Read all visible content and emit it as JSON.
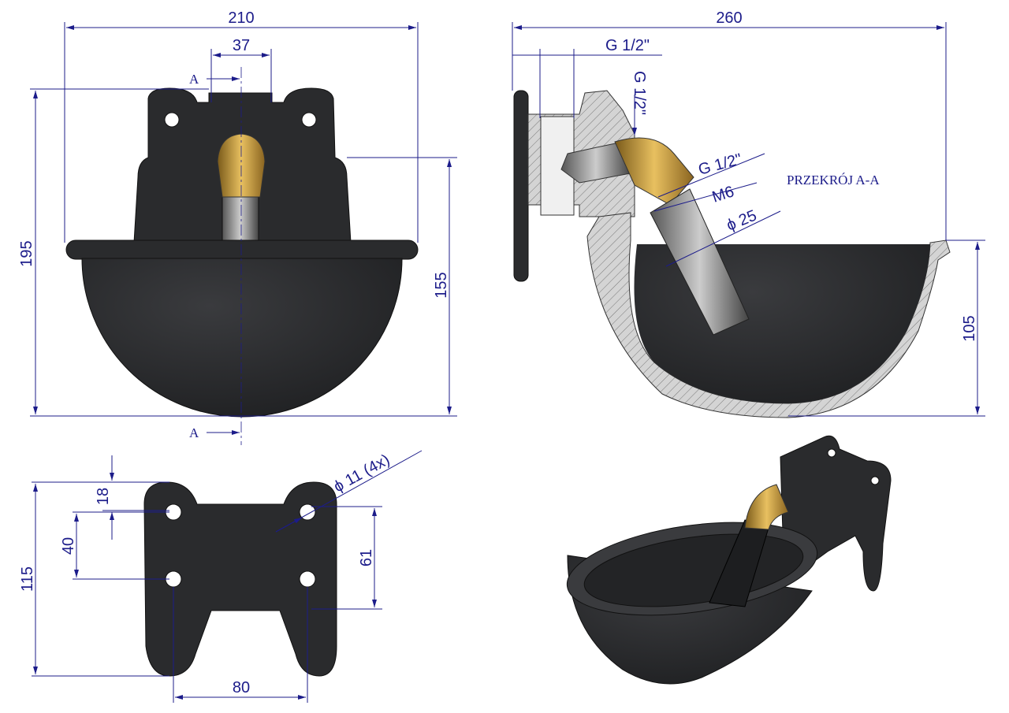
{
  "drawing": {
    "front_view": {
      "width_label": "210",
      "pipe_width_label": "37",
      "height_label": "195",
      "bowl_height_label": "155",
      "section_mark_top": "A",
      "section_mark_bottom": "A"
    },
    "section_view": {
      "title": "PRZEKRÓJ A-A",
      "length_label": "260",
      "thread_inlet_label": "G 1/2\"",
      "thread_elbow_label": "G 1/2\"",
      "thread_valve_label": "G 1/2\"",
      "screw_label": "M6",
      "pipe_diameter_label": "ϕ 25",
      "bowl_depth_label": "105"
    },
    "plate_view": {
      "hole_label": "ϕ 11 (4x)",
      "top_offset_label": "18",
      "hole_spacing_v_label": "40",
      "height_label": "115",
      "right_spacing_label": "61",
      "hole_spacing_h_label": "80"
    },
    "colors": {
      "dimension": "#1c1c8a",
      "body": "#2a2b2d",
      "brass": "#c8962e"
    }
  }
}
